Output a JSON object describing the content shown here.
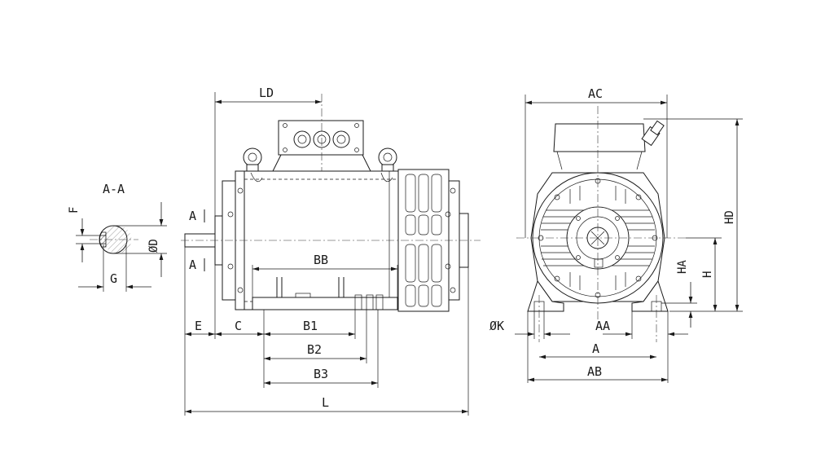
{
  "drawing": {
    "section_title": "A-A",
    "section_mark_top": "A",
    "section_mark_bottom": "A",
    "dims": {
      "F": "F",
      "G": "G",
      "D": "ØD",
      "LD": "LD",
      "BB": "BB",
      "E": "E",
      "C": "C",
      "B1": "B1",
      "B2": "B2",
      "B3": "B3",
      "L": "L",
      "AC": "AC",
      "HD": "HD",
      "HA": "HA",
      "H": "H",
      "K": "ØK",
      "AA": "AA",
      "A": "A",
      "AB": "AB"
    }
  }
}
